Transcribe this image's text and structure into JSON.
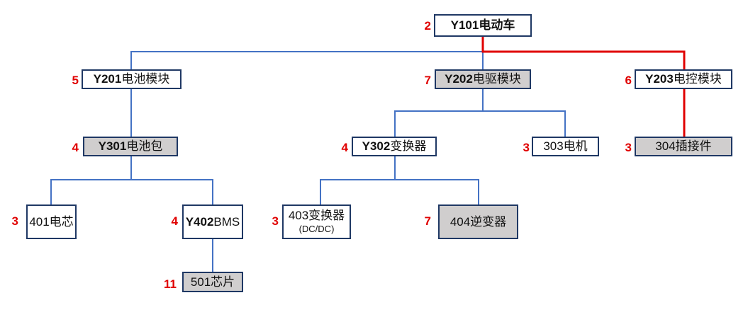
{
  "nodes": {
    "y101": {
      "code": "Y101",
      "name": "电动车",
      "count": "2"
    },
    "y201": {
      "code": "Y201",
      "name": "电池模块",
      "count": "5"
    },
    "y202": {
      "code": "Y202",
      "name": "电驱模块",
      "count": "7"
    },
    "y203": {
      "code": "Y203",
      "name": "电控模块",
      "count": "6"
    },
    "y301": {
      "code": "Y301",
      "name": "电池包",
      "count": "4"
    },
    "y302": {
      "code": "Y302",
      "name": "变换器",
      "count": "4"
    },
    "n303": {
      "name": "303电机",
      "count": "3"
    },
    "n304": {
      "name": "304插接件",
      "count": "3"
    },
    "n401": {
      "name": "401电芯",
      "count": "3"
    },
    "y402": {
      "code": "Y402",
      "name": "BMS",
      "count": "4"
    },
    "n403": {
      "name": "403变换器",
      "sub": "(DC/DC)",
      "count": "3"
    },
    "n404": {
      "name": "404逆变器",
      "count": "7"
    },
    "n501": {
      "name": "501芯片",
      "count": "11"
    }
  },
  "colors": {
    "connector": "#4472c4",
    "highlight_path": "#e00000",
    "node_border": "#1f3864",
    "node_gray_fill": "#d0cece",
    "count_text": "#e00000"
  }
}
